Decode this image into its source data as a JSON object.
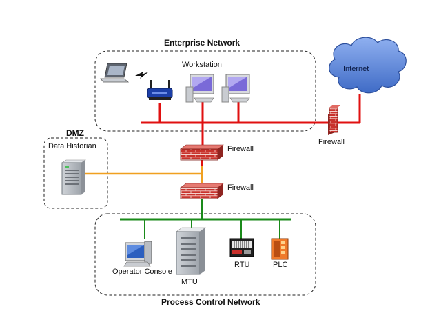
{
  "zones": {
    "enterprise": "Enterprise Network",
    "dmz": "DMZ",
    "process_control": "Process Control Network"
  },
  "nodes": {
    "internet": "Internet",
    "workstation": "Workstation",
    "firewall_internet": "Firewall",
    "firewall_upper": "Firewall",
    "firewall_lower": "Firewall",
    "data_historian": "Data Historian",
    "operator_console": "Operator Console",
    "mtu": "MTU",
    "rtu": "RTU",
    "plc": "PLC"
  },
  "colors": {
    "enterprise_bus": "#e01010",
    "dmz_link": "#f0a020",
    "control_bus": "#1a8a1a",
    "internet_cloud": "#6a8fd8",
    "firewall_brick": "#c0302a"
  }
}
